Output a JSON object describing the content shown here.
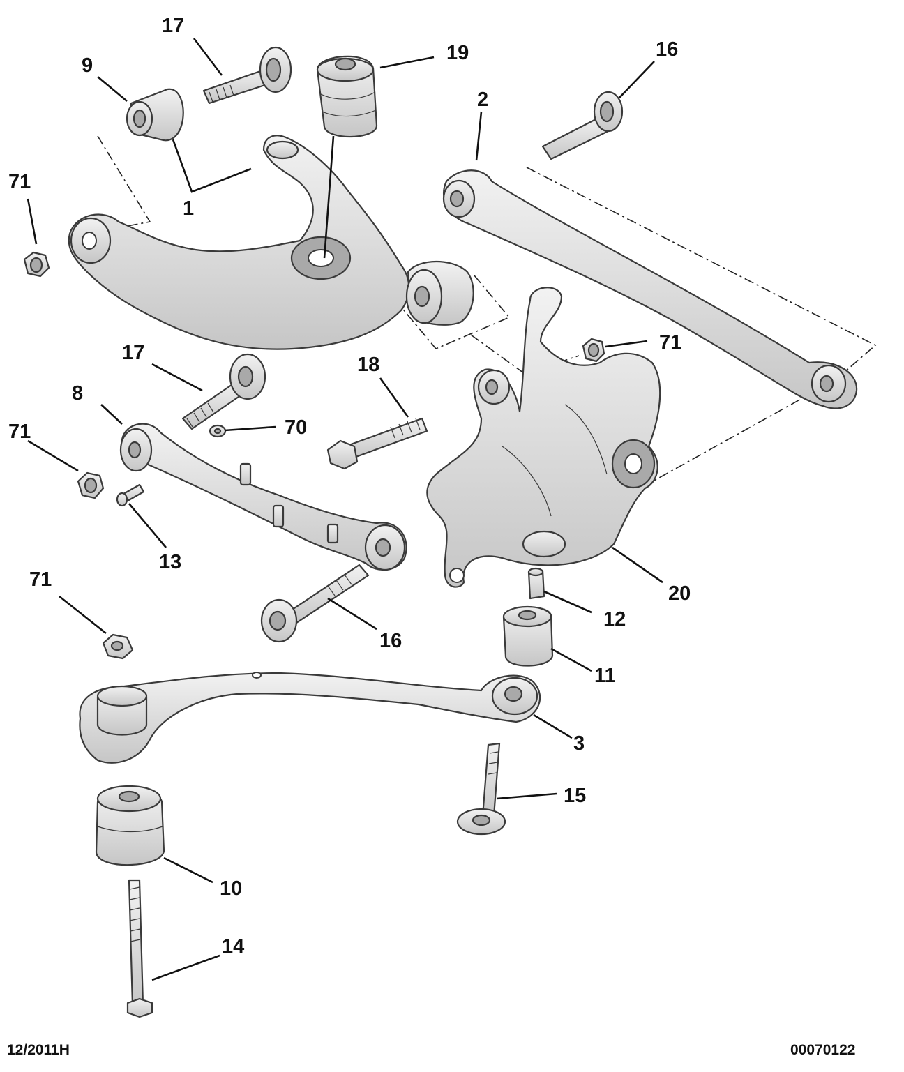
{
  "callouts": {
    "c1": "1",
    "c2": "2",
    "c3": "3",
    "c8": "8",
    "c9": "9",
    "c10": "10",
    "c11": "11",
    "c12": "12",
    "c13": "13",
    "c14": "14",
    "c15": "15",
    "c16a": "16",
    "c16b": "16",
    "c17a": "17",
    "c17b": "17",
    "c18": "18",
    "c19": "19",
    "c20": "20",
    "c70": "70",
    "c71a": "71",
    "c71b": "71",
    "c71c": "71",
    "c71d": "71"
  },
  "footer": {
    "date_code": "12/2011H",
    "reference": "00070122"
  },
  "colors": {
    "part_light": "#e9e9e9",
    "part_dark": "#a9a9a9",
    "outline": "#3a3a3a"
  }
}
